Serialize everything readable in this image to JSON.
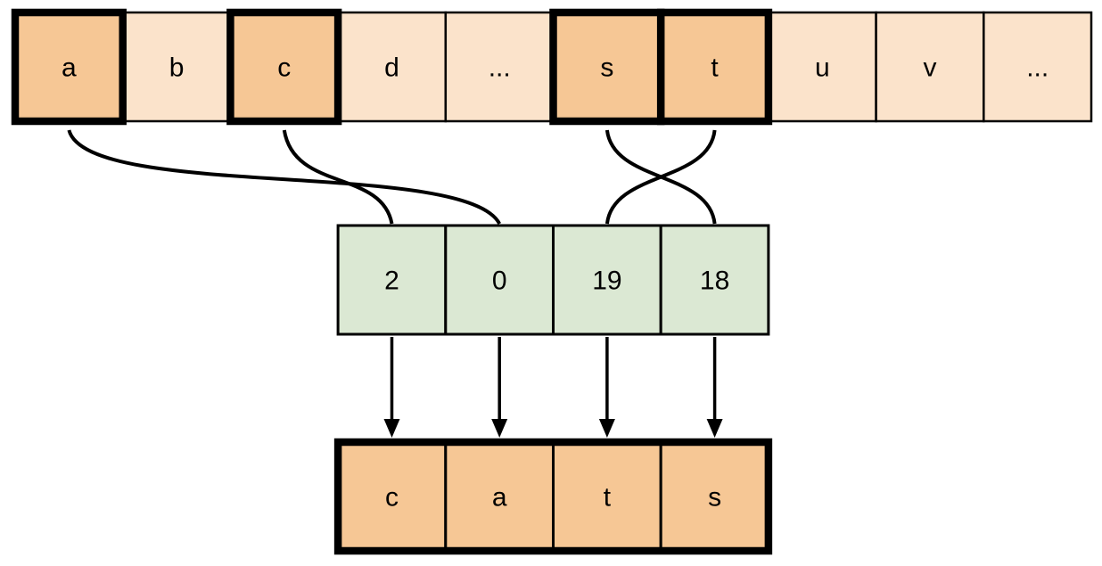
{
  "title": "letter-to-index mapping diagram",
  "colors": {
    "highlight_fill": "#F6C795",
    "normal_fill": "#FBE3CB",
    "index_fill": "#DBE8D3",
    "stroke": "#000000"
  },
  "alphabet_row": {
    "description": "array of alphabet letters, selected letters outlined bold",
    "cells": [
      {
        "label": "a",
        "highlighted": true
      },
      {
        "label": "b",
        "highlighted": false
      },
      {
        "label": "c",
        "highlighted": true
      },
      {
        "label": "d",
        "highlighted": false
      },
      {
        "label": "...",
        "highlighted": false
      },
      {
        "label": "s",
        "highlighted": true
      },
      {
        "label": "t",
        "highlighted": true
      },
      {
        "label": "u",
        "highlighted": false
      },
      {
        "label": "v",
        "highlighted": false
      },
      {
        "label": "...",
        "highlighted": false
      }
    ]
  },
  "index_row": {
    "description": "numeric indices of the selected letters",
    "cells": [
      {
        "label": "2"
      },
      {
        "label": "0"
      },
      {
        "label": "19"
      },
      {
        "label": "18"
      }
    ]
  },
  "output_row": {
    "description": "decoded word",
    "cells": [
      {
        "label": "c"
      },
      {
        "label": "a"
      },
      {
        "label": "t"
      },
      {
        "label": "s"
      }
    ]
  },
  "connections": [
    {
      "from_letter": "a",
      "to_index": "0"
    },
    {
      "from_letter": "c",
      "to_index": "2"
    },
    {
      "from_letter": "s",
      "to_index": "18"
    },
    {
      "from_letter": "t",
      "to_index": "19"
    }
  ]
}
